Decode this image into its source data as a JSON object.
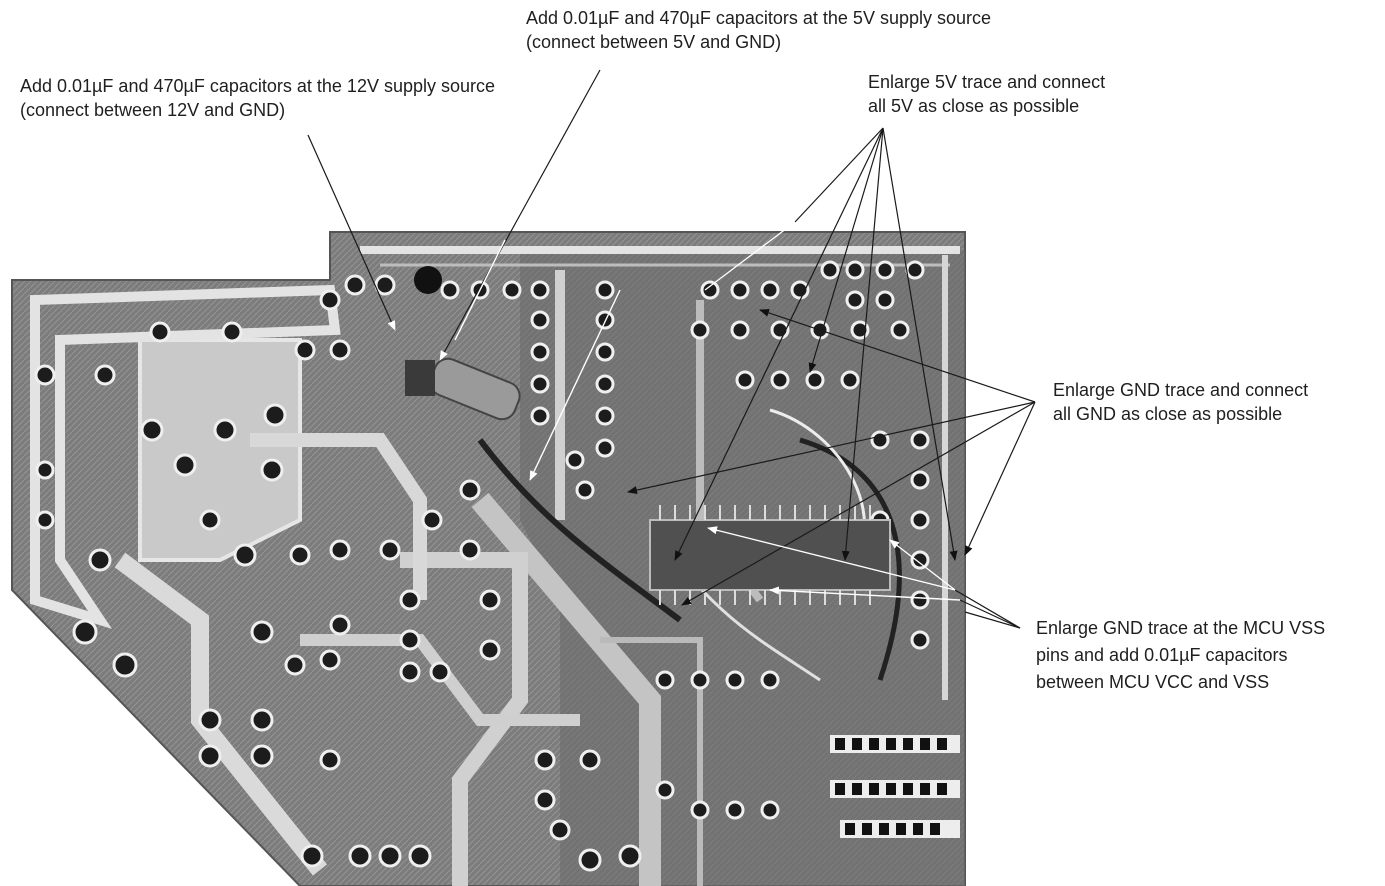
{
  "annotations": {
    "cap_12v": {
      "line1": "Add 0.01µF and 470µF capacitors at the 12V supply source",
      "line2": "(connect between 12V and GND)"
    },
    "cap_5v": {
      "line1": "Add 0.01µF and 470µF capacitors at the 5V supply source",
      "line2": "(connect between 5V and GND)"
    },
    "trace_5v": {
      "line1": "Enlarge 5V trace and connect",
      "line2": "all 5V as close as possible"
    },
    "trace_gnd": {
      "line1": "Enlarge GND trace and connect",
      "line2": "all GND as close as possible"
    },
    "mcu_vss": {
      "line1": "Enlarge GND trace at the MCU VSS",
      "line2": "pins and add 0.01µF capacitors",
      "line3": "between MCU VCC and VSS"
    }
  },
  "colors": {
    "board": "#8a8a8a",
    "copper": "#d9d9d9",
    "pad": "#1c1c1c",
    "leader": "#1a1a1a",
    "leader_light": "#ffffff"
  }
}
